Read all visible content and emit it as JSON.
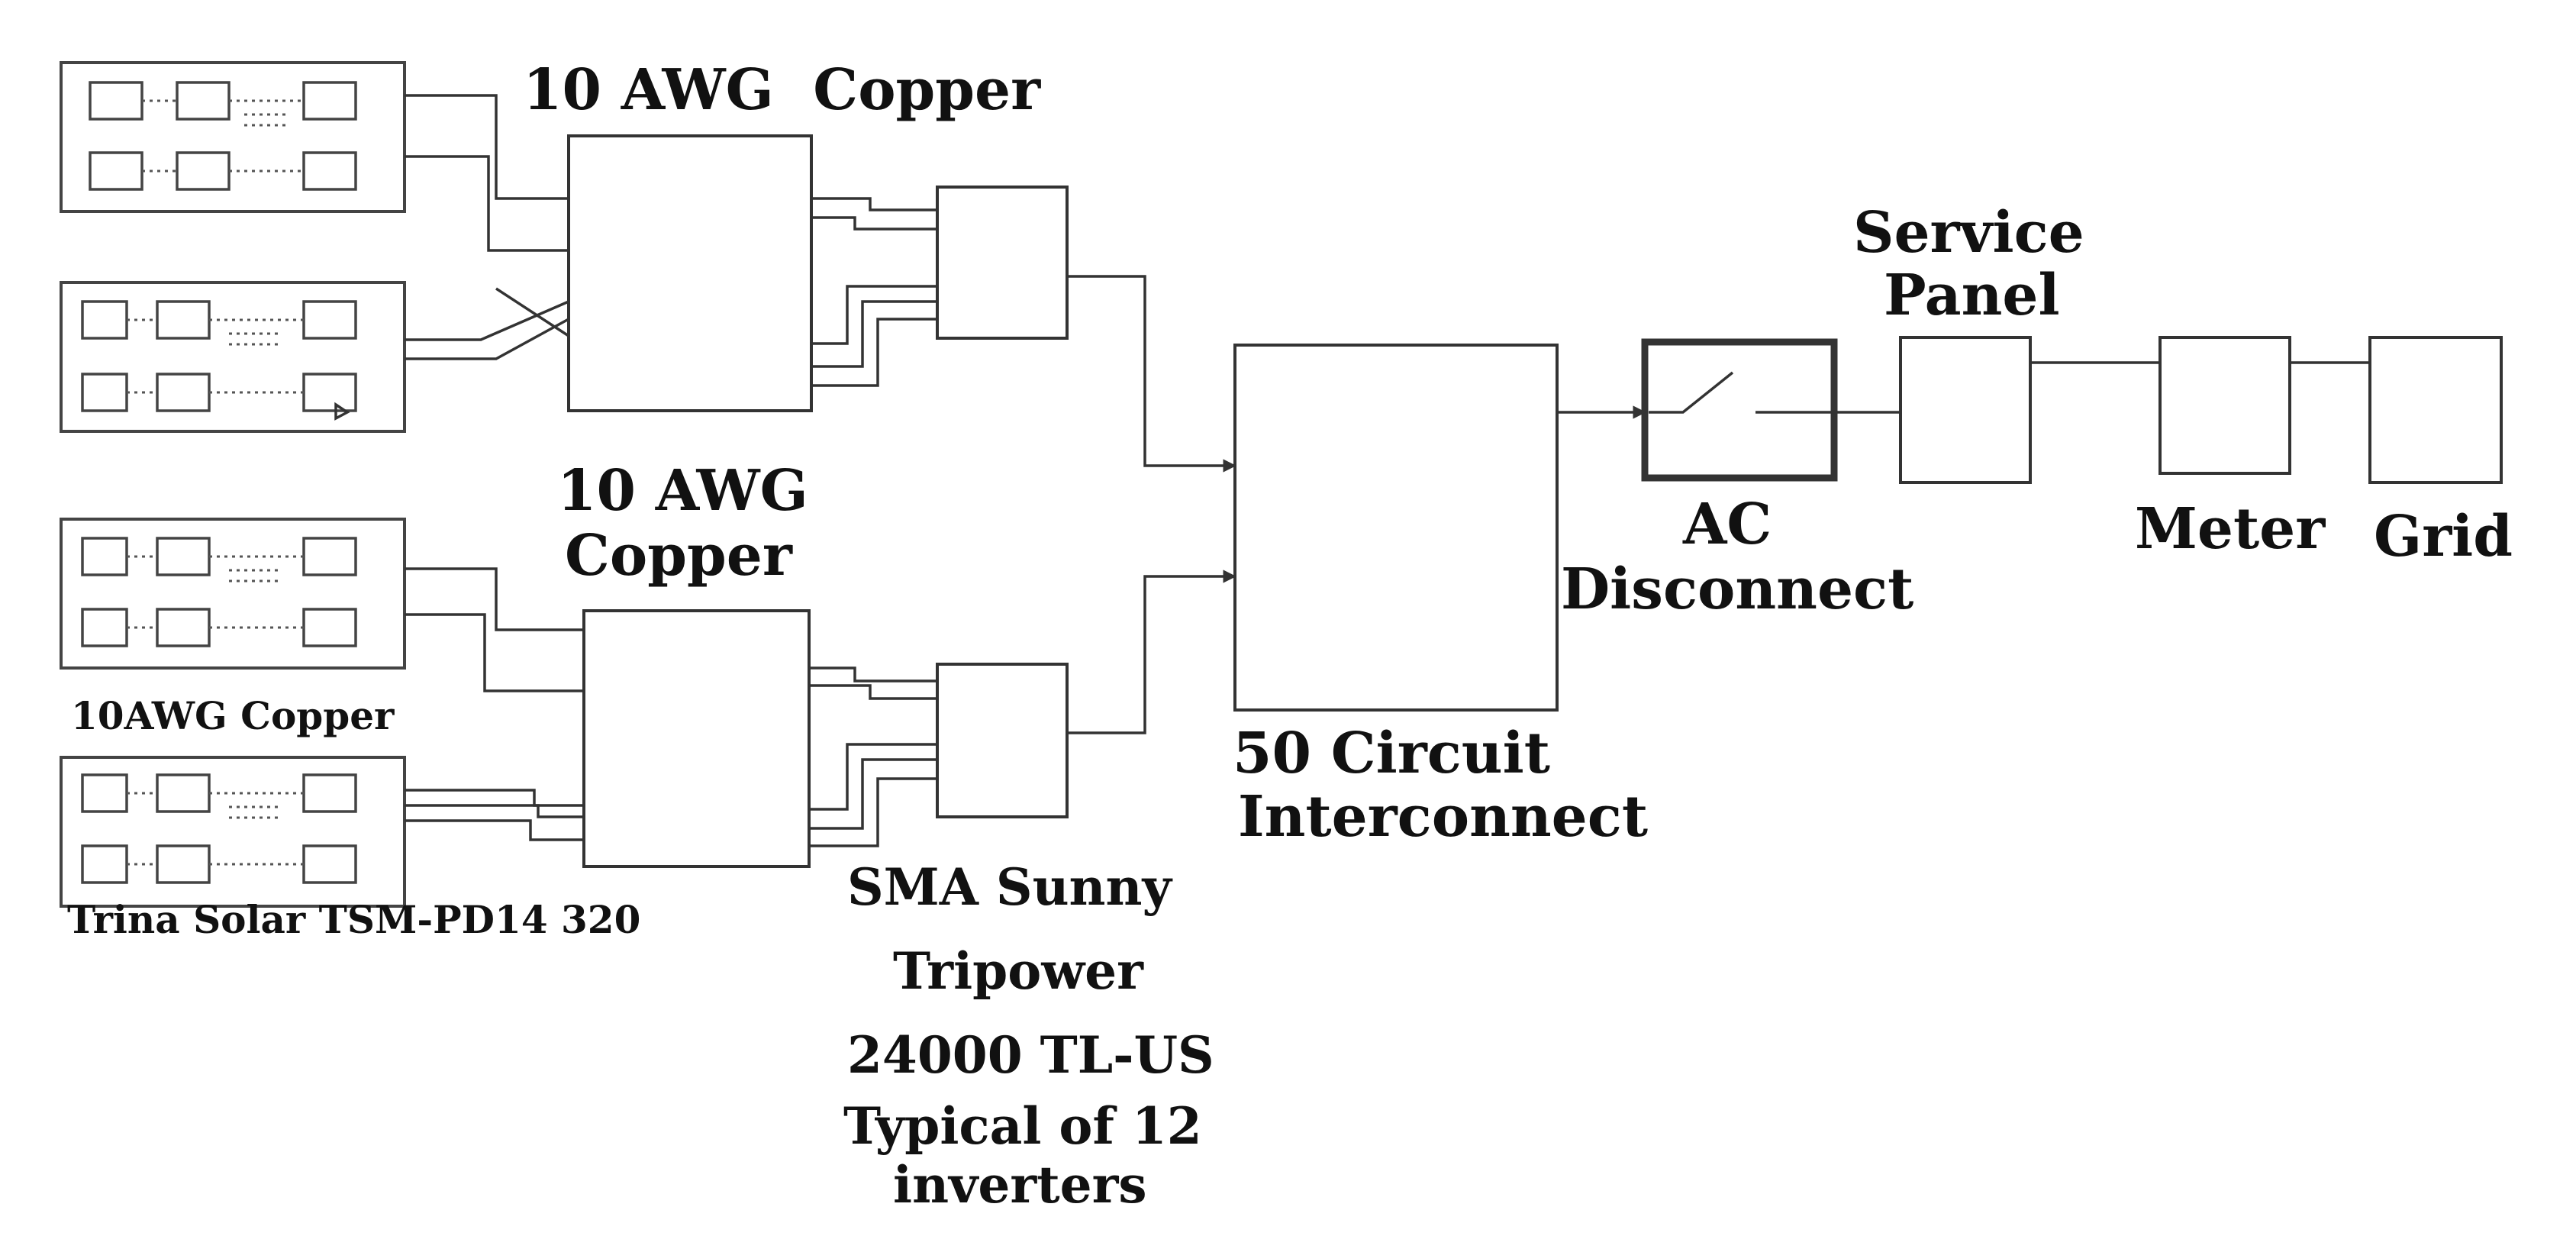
{
  "labels": {
    "awg_top": "10 AWG  Copper",
    "awg_mid_1": "10 AWG",
    "awg_mid_2": "Copper",
    "awg_small": "10AWG Copper",
    "panel_model": "Trina Solar TSM-PD14 320",
    "inverter_1": "SMA Sunny",
    "inverter_2": "Tripower",
    "inverter_3": "24000 TL-US",
    "inverter_4": "Typical of 12",
    "inverter_5": "inverters",
    "interconnect_1": "50 Circuit",
    "interconnect_2": "Interconnect",
    "ac_1": "AC",
    "ac_2": "Disconnect",
    "service_1": "Service",
    "service_2": "Panel",
    "meter": "Meter",
    "grid": "Grid"
  }
}
